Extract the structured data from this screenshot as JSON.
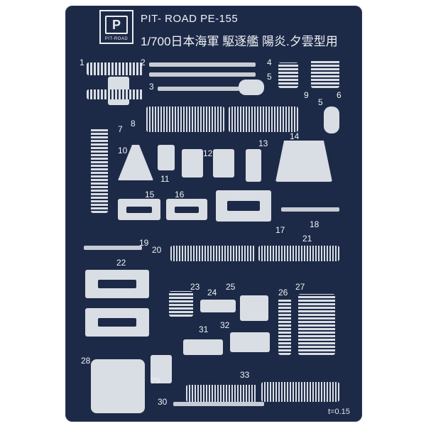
{
  "header": {
    "logo_text": "PIT-ROAD",
    "title_line1": "PIT- ROAD PE-155",
    "title_line2": "1/700日本海軍 駆逐艦 陽炎.夕雲型用"
  },
  "footer": {
    "thickness": "t=0.15"
  },
  "part_numbers": [
    "1",
    "2",
    "3",
    "4",
    "5",
    "6",
    "7",
    "8",
    "9",
    "10",
    "11",
    "12",
    "13",
    "14",
    "15",
    "16",
    "17",
    "18",
    "19",
    "20",
    "21",
    "22",
    "23",
    "24",
    "25",
    "26",
    "27",
    "28",
    "29",
    "30",
    "31",
    "32",
    "33",
    "5"
  ],
  "colors": {
    "sheet": "#1d2a47",
    "parts": "#d9dde4",
    "text": "#eef1f6",
    "background": "#ffffff"
  }
}
